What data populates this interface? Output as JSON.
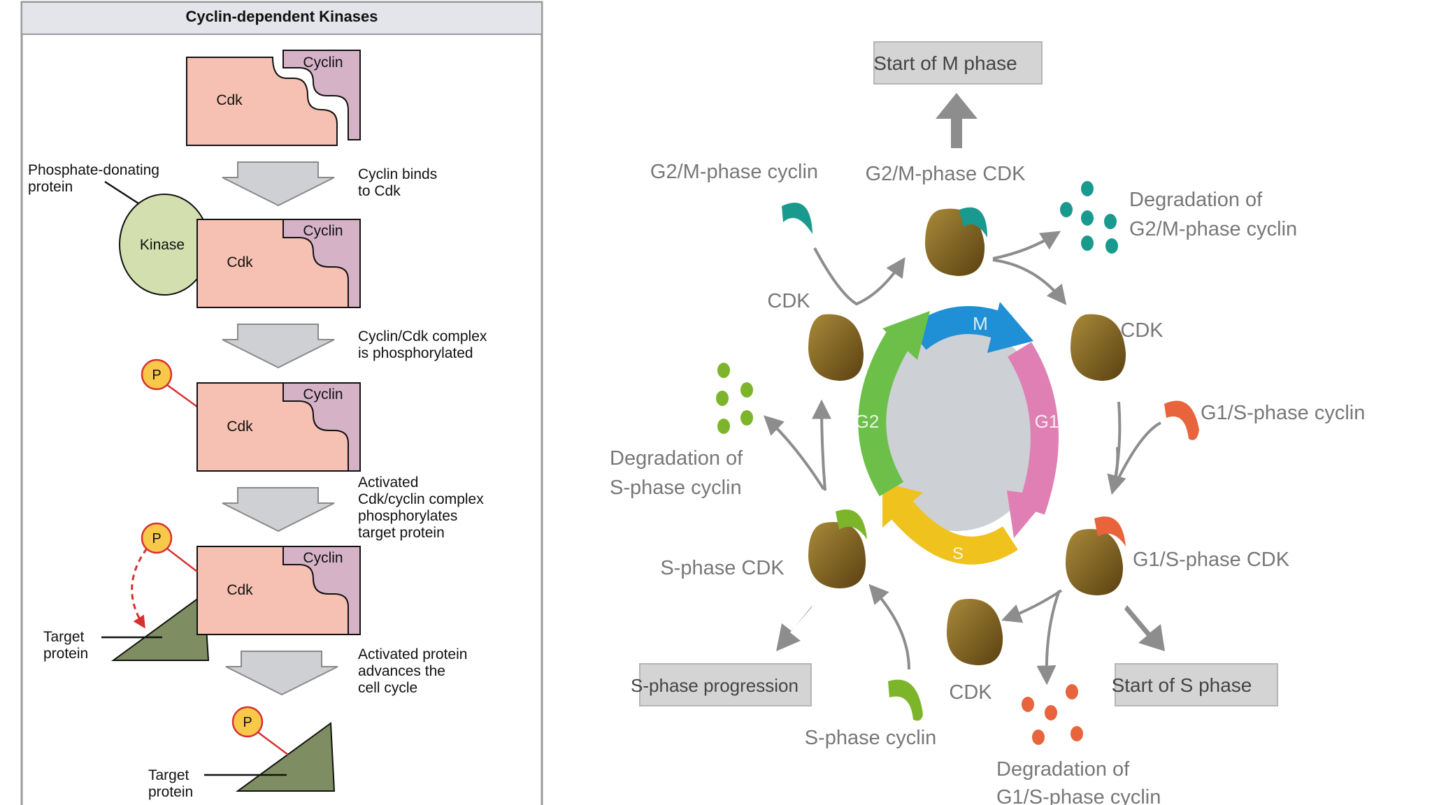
{
  "left_panel": {
    "title": "Cyclin-dependent Kinases",
    "stages": [
      {
        "cdk_label": "Cdk",
        "cyclin_label": "Cyclin"
      },
      {
        "cdk_label": "Cdk",
        "cyclin_label": "Cyclin",
        "kinase_label": "Kinase"
      },
      {
        "cdk_label": "Cdk",
        "cyclin_label": "Cyclin",
        "phosphate_label": "P"
      },
      {
        "cdk_label": "Cdk",
        "cyclin_label": "Cyclin",
        "phosphate_label": "P"
      }
    ],
    "phosphate_donating": [
      "Phosphate-donating",
      "protein"
    ],
    "steps": [
      [
        "Cyclin binds",
        "to Cdk"
      ],
      [
        "Cyclin/Cdk complex",
        "is phosphorylated"
      ],
      [
        "Activated",
        "Cdk/cyclin complex",
        "phosphorylates",
        "target protein"
      ],
      [
        "Activated protein",
        "advances the",
        "cell cycle"
      ]
    ],
    "target_protein_1": [
      "Target",
      "protein"
    ],
    "target_protein_2": [
      "Target",
      "protein"
    ],
    "final_phosphate": "P"
  },
  "right_panel": {
    "boxes": {
      "start_m": "Start of M phase",
      "s_progression": "S-phase progression",
      "start_s": "Start of S phase"
    },
    "labels": {
      "g2m_cyclin": "G2/M-phase cyclin",
      "g2m_cdk": "G2/M-phase CDK",
      "deg_g2m": [
        "Degradation of",
        "G2/M-phase cyclin"
      ],
      "cdk_left": "CDK",
      "cdk_right": "CDK",
      "g1s_cyclin": "G1/S-phase cyclin",
      "deg_s": [
        "Degradation of",
        "S-phase cyclin"
      ],
      "s_cdk": "S-phase CDK",
      "g1s_cdk": "G1/S-phase CDK",
      "cdk_bottom": "CDK",
      "s_cyclin": "S-phase cyclin",
      "deg_g1s": [
        "Degradation of",
        "G1/S-phase cyclin"
      ]
    },
    "phases": {
      "m": "M",
      "g1": "G1",
      "s": "S",
      "g2": "G2"
    },
    "colors": {
      "m": "#1f8fd6",
      "g1": "#e07fb3",
      "s": "#f0c21e",
      "g2": "#6cc04a",
      "cdk": "#7a5a14",
      "g2m_cyclin": "#1a9a8e",
      "g1s_cyclin": "#e8643c",
      "s_cyclin": "#7cb52a",
      "cdk_panel": "#f6c1b3",
      "cyclin_panel": "#d6b2c7",
      "kinase": "#d4dfb0",
      "target": "#7e8e62"
    }
  }
}
